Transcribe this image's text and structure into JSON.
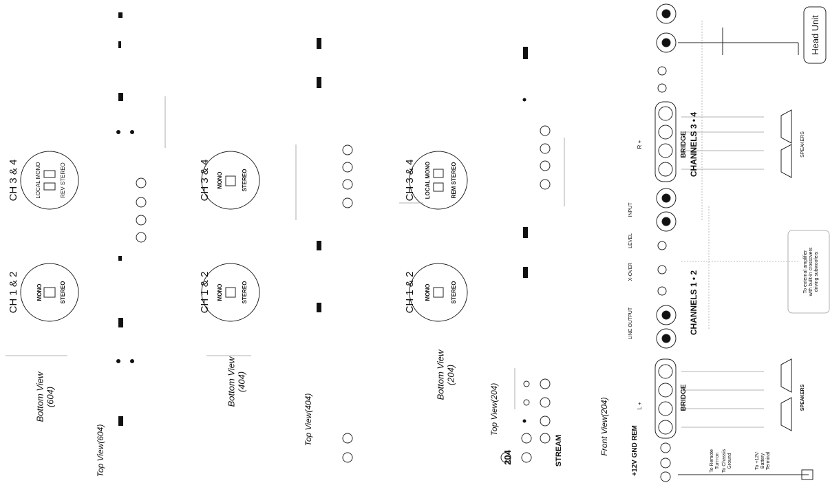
{
  "views": {
    "bottom_604": "Bottom View\n(604)",
    "top_604": "Top View(604)",
    "bottom_404": "Bottom View\n(404)",
    "top_404": "Top View(404)",
    "bottom_204": "Bottom View\n(204)",
    "top_204": "Top View(204)",
    "front_204": "Front View(204)"
  },
  "panels": {
    "ch12": "CH 1 & 2",
    "ch34": "CH 3 & 4",
    "mono": "MONO",
    "stereo": "STEREO",
    "local_mono": "LOCAL MONO",
    "rev_stereo": "REV STEREO",
    "rem_stereo": "REM STEREO"
  },
  "model_204": "204",
  "brand": "STREAM",
  "front": {
    "channels_12": "CHANNELS 1 • 2",
    "channels_34": "CHANNELS 3 • 4",
    "bridge": "BRIDGE",
    "speakers": "SPEAKERS",
    "head_unit": "Head Unit",
    "power_terminal": "+12V GND REM",
    "to_remote": "To Remote\nTurn-on",
    "to_chassis": "To Chassis\nGround",
    "to_battery": "To +12V\nBattery\nTerminal",
    "external_note": "To external amplifier\nwith built-in crossovers\ndriving subwoofers",
    "line_output": "LINE OUTPUT",
    "xover": "X-OVER",
    "level": "LEVEL",
    "input": "INPUT",
    "l_plus": "L +",
    "r_plus": "R +"
  }
}
